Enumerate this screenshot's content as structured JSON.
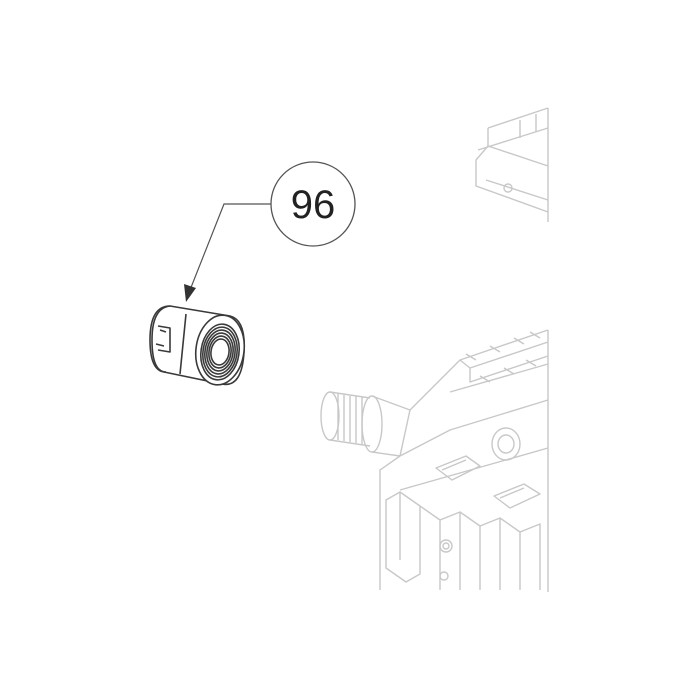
{
  "diagram": {
    "callout": {
      "number": "96"
    },
    "colors": {
      "background": "#ffffff",
      "part_stroke": "#3a3a3a",
      "ghost_stroke": "#c8c8c8",
      "leader": "#555555"
    },
    "parts": [
      {
        "name": "thread-protector-cap",
        "style": "highlighted"
      },
      {
        "name": "barrel-receiver-assembly",
        "style": "ghosted"
      }
    ]
  }
}
